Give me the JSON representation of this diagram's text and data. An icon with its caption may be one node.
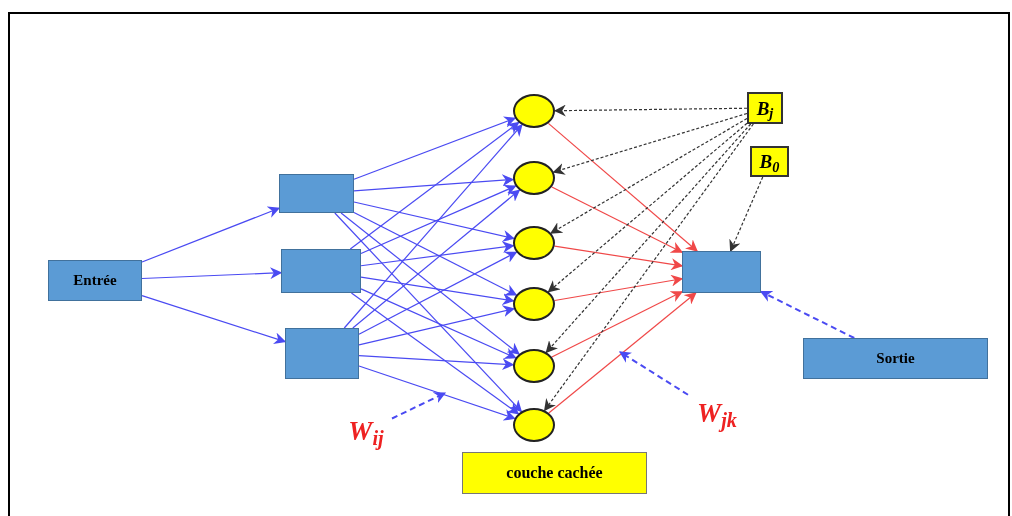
{
  "diagram": {
    "nodes": [
      {
        "text": [
          "Entrée"
        ]
      },
      {
        "text": [],
        "shape": "box"
      },
      {
        "text": [],
        "shape": "box"
      },
      {
        "text": [],
        "shape": "box"
      },
      {
        "text": [],
        "shape": "circle"
      },
      {
        "text": [],
        "shape": "circle"
      },
      {
        "text": [],
        "shape": "circle"
      },
      {
        "text": [],
        "shape": "circle"
      },
      {
        "text": [],
        "shape": "circle"
      },
      {
        "text": [],
        "shape": "circle"
      },
      {
        "text": [],
        "shape": "box"
      },
      {
        "text": [
          "B$_{j}$"
        ]
      },
      {
        "text": [
          "B$_{0}$"
        ]
      },
      {
        "text": [
          "Sortie"
        ]
      },
      {
        "text": [
          "couche cachée"
        ]
      },
      {
        "text": [
          "W$_{ij}$"
        ]
      },
      {
        "text": [
          "W$_{jk}$"
        ]
      }
    ],
    "edges": [
      {
        "from": 0,
        "to": 1,
        "arrow": "to"
      },
      {
        "from": 0,
        "to": 2,
        "arrow": "to"
      },
      {
        "from": 0,
        "to": 3,
        "arrow": "to"
      },
      {
        "from": 1,
        "to": 4,
        "arrow": "to"
      },
      {
        "from": 1,
        "to": 5,
        "arrow": "to"
      },
      {
        "from": 1,
        "to": 6,
        "arrow": "to"
      },
      {
        "from": 1,
        "to": 7,
        "arrow": "to"
      },
      {
        "from": 1,
        "to": 8,
        "arrow": "to"
      },
      {
        "from": 1,
        "to": 9,
        "arrow": "to"
      },
      {
        "from": 2,
        "to": 4,
        "arrow": "to"
      },
      {
        "from": 2,
        "to": 5,
        "arrow": "to"
      },
      {
        "from": 2,
        "to": 6,
        "arrow": "to"
      },
      {
        "from": 2,
        "to": 7,
        "arrow": "to"
      },
      {
        "from": 2,
        "to": 8,
        "arrow": "to"
      },
      {
        "from": 2,
        "to": 9,
        "arrow": "to"
      },
      {
        "from": 3,
        "to": 4,
        "arrow": "to"
      },
      {
        "from": 3,
        "to": 5,
        "arrow": "to"
      },
      {
        "from": 3,
        "to": 6,
        "arrow": "to"
      },
      {
        "from": 3,
        "to": 7,
        "arrow": "to"
      },
      {
        "from": 3,
        "to": 8,
        "arrow": "to"
      },
      {
        "from": 3,
        "to": 9,
        "arrow": "to"
      },
      {
        "from": 4,
        "to": 10,
        "arrow": "to",
        "color": "#f04848"
      },
      {
        "from": 5,
        "to": 10,
        "arrow": "to",
        "color": "#f04848"
      },
      {
        "from": 6,
        "to": 10,
        "arrow": "to",
        "color": "#f04848"
      },
      {
        "from": 7,
        "to": 10,
        "arrow": "to",
        "color": "#f04848"
      },
      {
        "from": 8,
        "to": 10,
        "arrow": "to",
        "color": "#f04848"
      },
      {
        "from": 9,
        "to": 10,
        "arrow": "to",
        "color": "#f04848"
      },
      {
        "from": 11,
        "to": 4,
        "arrow": "to",
        "style": "dashed",
        "color": "#333333"
      },
      {
        "from": 11,
        "to": 5,
        "arrow": "to",
        "style": "dashed",
        "color": "#333333"
      },
      {
        "from": 11,
        "to": 6,
        "arrow": "to",
        "style": "dashed",
        "color": "#333333"
      },
      {
        "from": 11,
        "to": 7,
        "arrow": "to",
        "style": "dashed",
        "color": "#333333"
      },
      {
        "from": 11,
        "to": 8,
        "arrow": "to",
        "style": "dashed",
        "color": "#333333"
      },
      {
        "from": 11,
        "to": 9,
        "arrow": "to",
        "style": "dashed",
        "color": "#333333"
      },
      {
        "from": 12,
        "to": 10,
        "arrow": "to",
        "style": "dashed",
        "color": "#333333"
      },
      {
        "from": 13,
        "to": 10,
        "arrow": "to",
        "style": "dashed"
      },
      {
        "from": 15,
        "to": null,
        "arrow": "to",
        "style": "dashed"
      },
      {
        "from": 16,
        "to": null,
        "arrow": "to",
        "style": "dashed"
      }
    ]
  }
}
